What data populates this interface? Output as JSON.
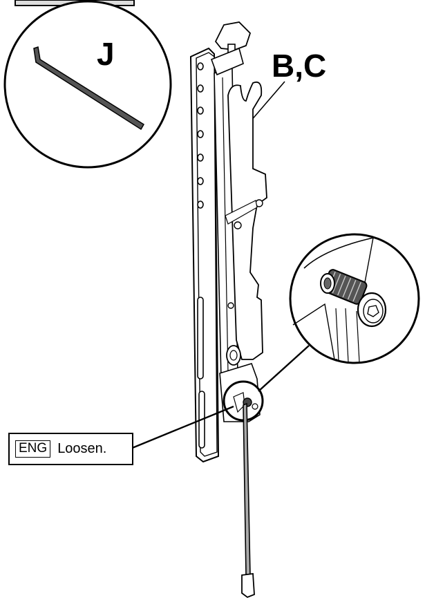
{
  "labels": {
    "tool": "J",
    "parts": "B,C"
  },
  "callout": {
    "language": "ENG",
    "instruction": "Loosen."
  },
  "colors": {
    "line": "#000000",
    "fill": "#ffffff",
    "screw": "#444444"
  }
}
